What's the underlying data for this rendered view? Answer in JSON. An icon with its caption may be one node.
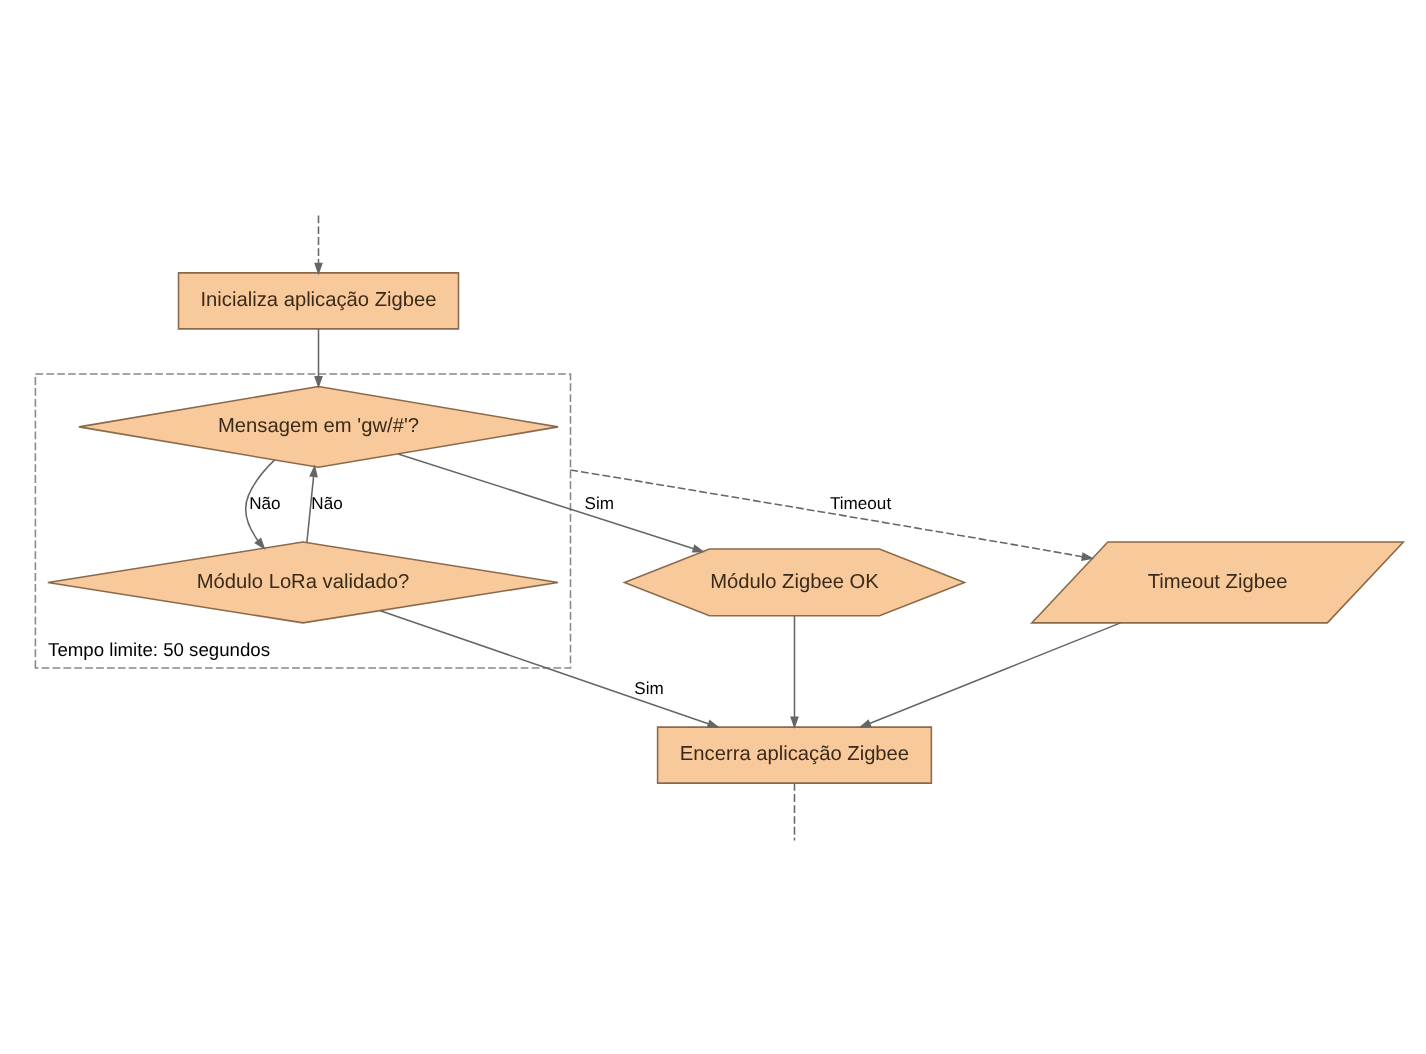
{
  "diagram": {
    "nodes": [
      {
        "text": [
          "Inicializa aplicação Zigbee"
        ]
      },
      {
        "text": [
          "Tempo limite: 50 segundos"
        ]
      },
      {
        "text": [
          "Mensagem em 'gw/#'?"
        ],
        "in": 1
      },
      {
        "text": [
          "Módulo LoRa validado?"
        ],
        "in": 1
      },
      {
        "text": [
          "Módulo Zigbee OK"
        ]
      },
      {
        "text": [
          "Encerra aplicação Zigbee"
        ]
      },
      {
        "text": [
          "Timeout Zigbee"
        ]
      }
    ],
    "edges": [
      {
        "from": null,
        "to": 0,
        "arrow": "to",
        "style": "dashed"
      },
      {
        "from": 0,
        "to": 2,
        "arrow": "to"
      },
      {
        "from": 2,
        "to": 4,
        "arrow": "to",
        "label": "Sim"
      },
      {
        "from": 2,
        "to": 3,
        "arrow": "to",
        "label": "Não"
      },
      {
        "from": 3,
        "to": 2,
        "arrow": "to",
        "label": "Não"
      },
      {
        "from": 3,
        "to": 5,
        "arrow": "to",
        "label": "Sim"
      },
      {
        "from": 4,
        "to": 5,
        "arrow": "to"
      },
      {
        "from": 6,
        "to": 5,
        "arrow": "to"
      },
      {
        "from": 1,
        "to": 6,
        "arrow": "to",
        "label": "Timeout",
        "style": "dashed"
      },
      {
        "from": 5,
        "to": null,
        "arrow": "none",
        "style": "dashed"
      }
    ]
  }
}
